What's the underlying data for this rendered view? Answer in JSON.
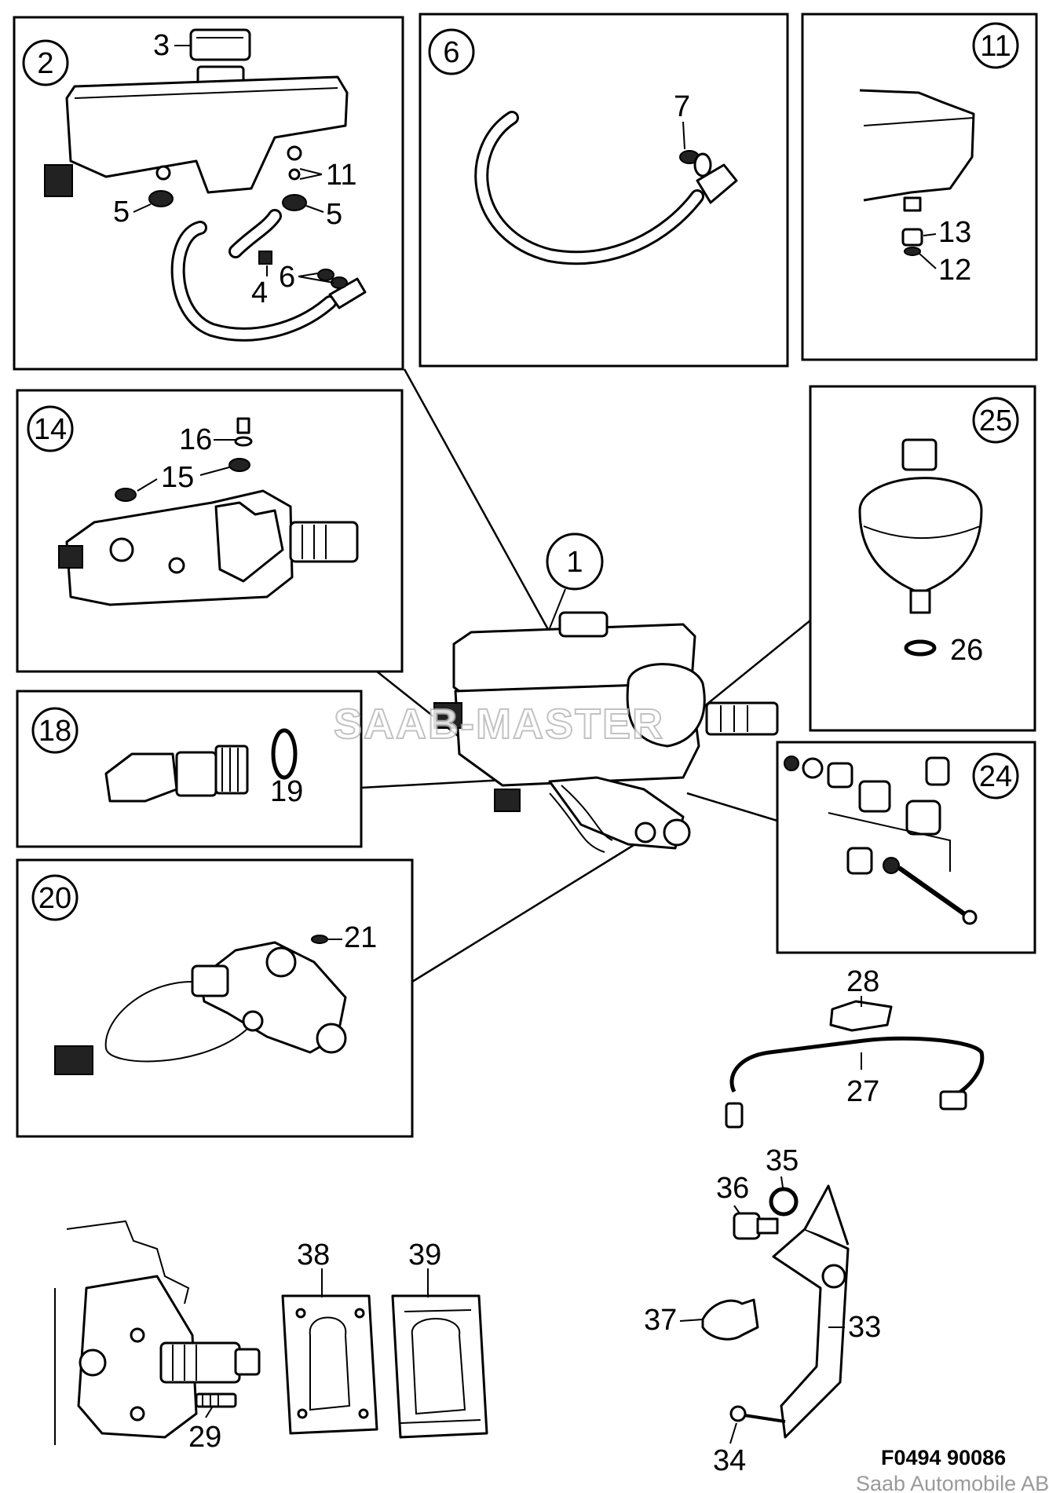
{
  "callouts": {
    "c1": "1",
    "c2": "2",
    "c6": "6",
    "c11": "11",
    "c14": "14",
    "c18": "18",
    "c20": "20",
    "c24": "24",
    "c25": "25"
  },
  "labels": {
    "p3": "3",
    "p4": "4",
    "p5a": "5",
    "p5b": "5",
    "p6": "6",
    "p7": "7",
    "p11": "11",
    "p12": "12",
    "p13": "13",
    "p15": "15",
    "p16": "16",
    "p19": "19",
    "p21": "21",
    "p26": "26",
    "p27": "27",
    "p28": "28",
    "p29": "29",
    "p33": "33",
    "p34": "34",
    "p35": "35",
    "p36": "36",
    "p37": "37",
    "p38": "38",
    "p39": "39"
  },
  "footer": {
    "code": "F0494  90086",
    "credit": "Saab Automobile AB"
  },
  "watermark": "SAAB-MASTER"
}
